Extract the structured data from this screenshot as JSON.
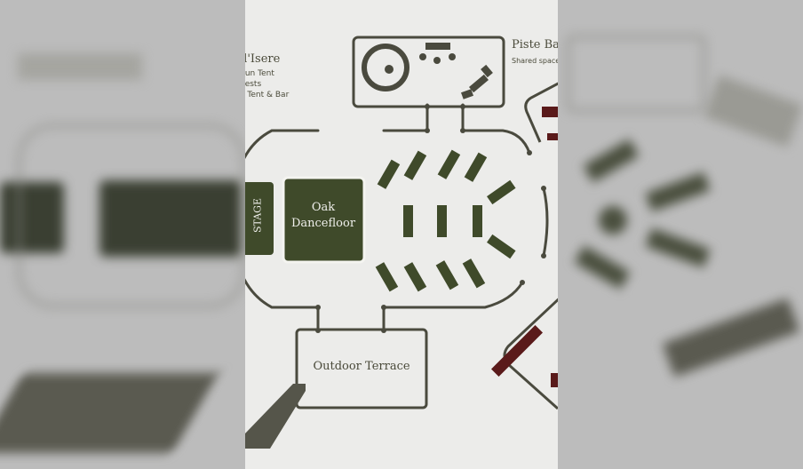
{
  "legend": {
    "title": "d'Isere",
    "lines": [
      "Run Tent",
      "uests",
      "e Tent & Bar"
    ]
  },
  "piste_bar": {
    "title": "Piste Bar",
    "subtitle": "Shared space"
  },
  "zones": {
    "stage": "STAGE",
    "dancefloor_line1": "Oak",
    "dancefloor_line2": "Dancefloor",
    "terrace": "Outdoor Terrace"
  },
  "colors": {
    "background": "#ececea",
    "wall": "#4a4a3e",
    "table": "#3f4a2a",
    "dark_red": "#5a1a1a",
    "blur_bg": "#bcbcbc"
  }
}
